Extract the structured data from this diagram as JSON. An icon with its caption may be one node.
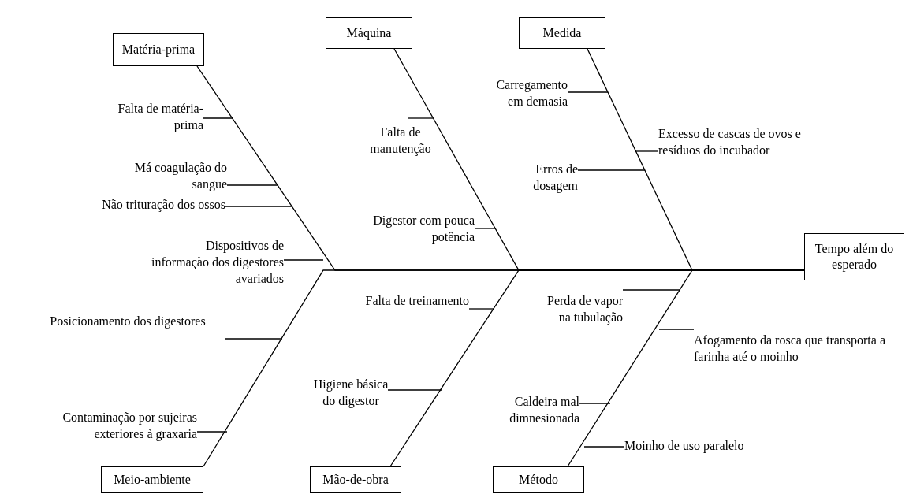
{
  "diagram": {
    "nodes": [
      {
        "text": [
          "Matéria-prima"
        ]
      },
      {
        "text": [
          "Máquina"
        ]
      },
      {
        "text": [
          "Medida"
        ]
      },
      {
        "text": [
          "Carregamento em demasia"
        ]
      },
      {
        "text": [
          "Falta de matéria-prima"
        ]
      },
      {
        "text": [
          "Falta de manutenção"
        ]
      },
      {
        "text": [
          "Excesso de cascas de ovos e resíduos do incubador"
        ]
      },
      {
        "text": [
          "Má coagulação do sangue"
        ]
      },
      {
        "text": [
          "Erros de dosagem"
        ]
      },
      {
        "text": [
          "Não trituração dos ossos"
        ]
      },
      {
        "text": [
          "Digestor com pouca potência"
        ]
      },
      {
        "text": [
          "Dispositivos de informação dos digestores avariados"
        ]
      },
      {
        "text": [
          "Tempo além do esperado"
        ]
      },
      {
        "text": [
          "Falta de treinamento"
        ]
      },
      {
        "text": [
          "Perda de vapor na tubulação"
        ]
      },
      {
        "text": [
          "Posicionamento dos digestores"
        ]
      },
      {
        "text": [
          "Afogamento da rosca que transporta a farinha até o moinho"
        ]
      },
      {
        "text": [
          "Higiene básica do digestor"
        ]
      },
      {
        "text": [
          "Caldeira mal dimnesionada"
        ]
      },
      {
        "text": [
          "Contaminação por sujeiras exteriores à graxaria"
        ]
      },
      {
        "text": [
          "Moinho de uso paralelo"
        ]
      },
      {
        "text": [
          "Meio-ambiente"
        ]
      },
      {
        "text": [
          "Mão-de-obra"
        ]
      },
      {
        "text": [
          "Método"
        ]
      }
    ],
    "edges": [
      {
        "from": 0,
        "to": 12,
        "arrow": "none"
      },
      {
        "from": 1,
        "to": 12,
        "arrow": "none"
      },
      {
        "from": 2,
        "to": 12,
        "arrow": "none"
      },
      {
        "from": 21,
        "to": 12,
        "arrow": "none"
      },
      {
        "from": 22,
        "to": 12,
        "arrow": "none"
      },
      {
        "from": 23,
        "to": 12,
        "arrow": "none"
      },
      {
        "from": 3,
        "to": null,
        "arrow": "none"
      },
      {
        "from": 4,
        "to": null,
        "arrow": "none"
      },
      {
        "from": 5,
        "to": null,
        "arrow": "none"
      },
      {
        "from": 6,
        "to": null,
        "arrow": "none"
      },
      {
        "from": 7,
        "to": null,
        "arrow": "none"
      },
      {
        "from": 8,
        "to": null,
        "arrow": "none"
      },
      {
        "from": 9,
        "to": null,
        "arrow": "none"
      },
      {
        "from": 10,
        "to": null,
        "arrow": "none"
      },
      {
        "from": 11,
        "to": null,
        "arrow": "none"
      },
      {
        "from": 13,
        "to": null,
        "arrow": "none"
      },
      {
        "from": 14,
        "to": null,
        "arrow": "none"
      },
      {
        "from": 15,
        "to": null,
        "arrow": "none"
      },
      {
        "from": 16,
        "to": null,
        "arrow": "none"
      },
      {
        "from": 17,
        "to": null,
        "arrow": "none"
      },
      {
        "from": 18,
        "to": null,
        "arrow": "none"
      },
      {
        "from": 19,
        "to": null,
        "arrow": "none"
      },
      {
        "from": 20,
        "to": null,
        "arrow": "none"
      }
    ]
  }
}
